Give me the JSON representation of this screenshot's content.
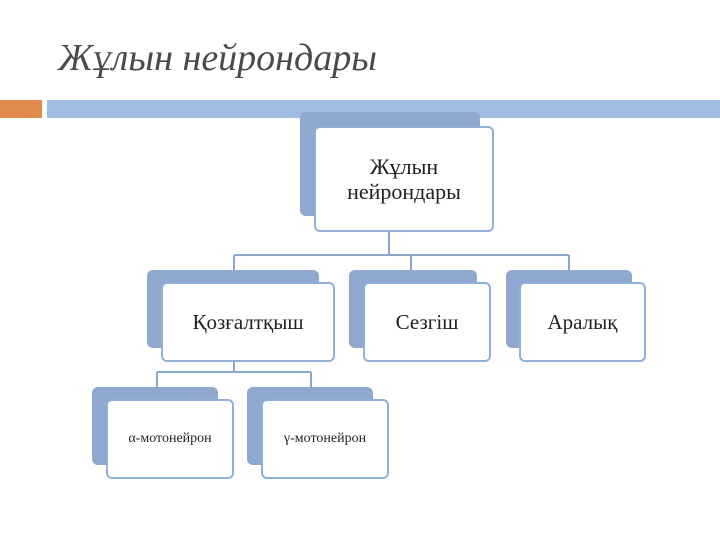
{
  "slide": {
    "title": "Жұлын нейрондары",
    "accent_colors": {
      "square": "#e08a4e",
      "bar": "#9fbde0",
      "card_back": "#8fa8cf",
      "card_border": "#8fb0d8",
      "connector": "#8aa7cc"
    }
  },
  "diagram": {
    "root": {
      "label": "Жұлын нейрондары"
    },
    "level2": [
      {
        "label": "Қозғалтқыш"
      },
      {
        "label": "Сезгіш"
      },
      {
        "label": "Аралық"
      }
    ],
    "level3": [
      {
        "label": "α-мотонейрон"
      },
      {
        "label": "γ-мотонейрон"
      }
    ]
  }
}
